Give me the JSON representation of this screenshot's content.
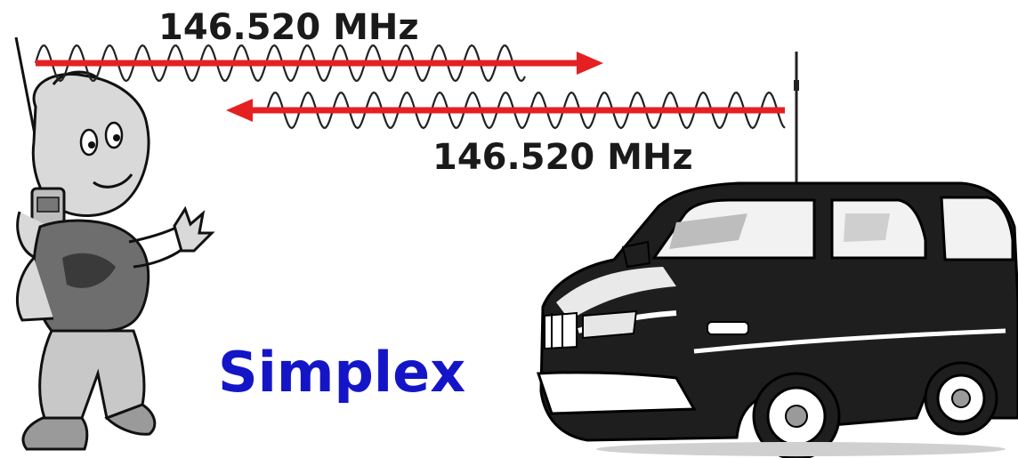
{
  "diagram": {
    "top_signal": {
      "frequency_label": "146.520 MHz",
      "direction": "left-to-right"
    },
    "bottom_signal": {
      "frequency_label": "146.520 MHz",
      "direction": "right-to-left"
    },
    "mode_label": "Simplex",
    "nodes": [
      {
        "icon": "handheld-radio-operator-icon"
      },
      {
        "icon": "suv-with-antenna-icon"
      }
    ]
  },
  "colors": {
    "arrow": "#e52020",
    "wave": "#222222",
    "mode_label": "#1515c8",
    "car_body": "#1e1e1e",
    "car_highlight": "#ffffff",
    "person_fill": "#cfcfcf"
  }
}
